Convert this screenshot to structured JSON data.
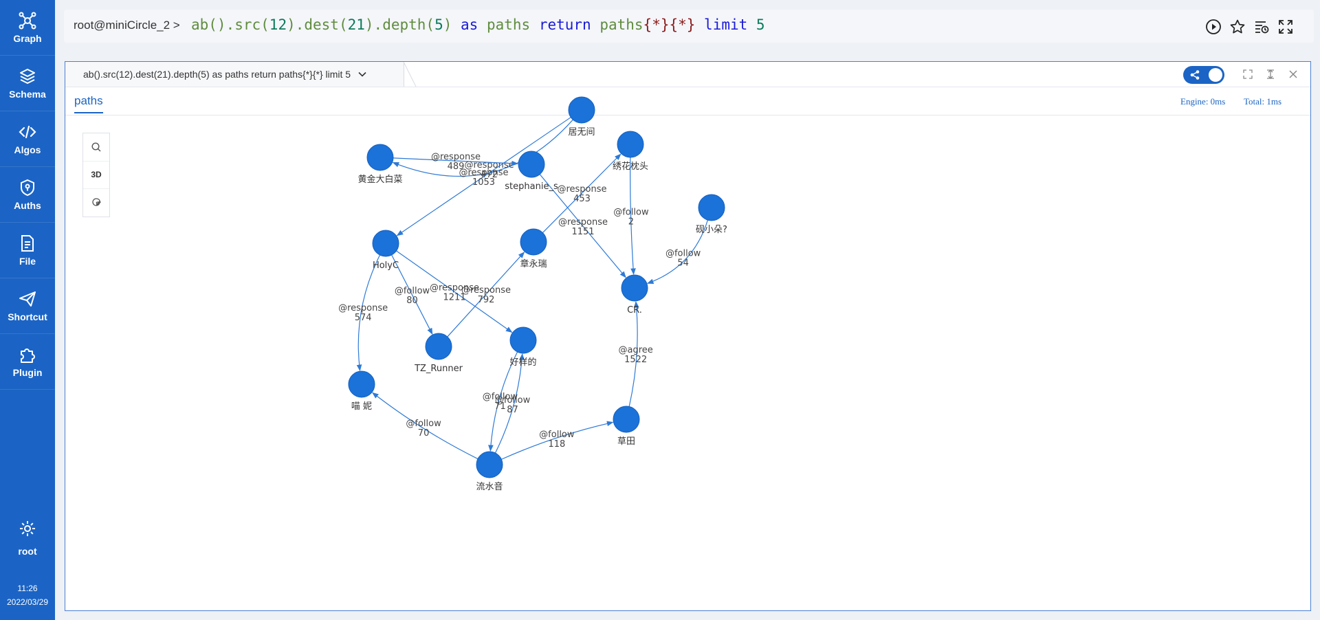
{
  "sidebar": {
    "items": [
      {
        "label": "Graph",
        "icon": "graph-icon"
      },
      {
        "label": "Schema",
        "icon": "layers-icon"
      },
      {
        "label": "Algos",
        "icon": "code-icon"
      },
      {
        "label": "Auths",
        "icon": "shield-icon"
      },
      {
        "label": "File",
        "icon": "file-icon"
      },
      {
        "label": "Shortcut",
        "icon": "send-icon"
      },
      {
        "label": "Plugin",
        "icon": "puzzle-icon"
      }
    ],
    "user": "root",
    "time": "11:26",
    "date": "2022/03/29"
  },
  "querybar": {
    "prompt": "root@miniCircle_2 >",
    "tokens": [
      {
        "t": "ab().src(",
        "c": "q-fn"
      },
      {
        "t": "12",
        "c": "q-num"
      },
      {
        "t": ").dest(",
        "c": "q-fn"
      },
      {
        "t": "21",
        "c": "q-num"
      },
      {
        "t": ").depth(",
        "c": "q-fn"
      },
      {
        "t": "5",
        "c": "q-num"
      },
      {
        "t": ")",
        "c": "q-fn"
      },
      {
        "t": " as ",
        "c": "q-kw"
      },
      {
        "t": "paths",
        "c": "q-fn"
      },
      {
        "t": " return ",
        "c": "q-kw"
      },
      {
        "t": "paths",
        "c": "q-fn"
      },
      {
        "t": "{*}{*}",
        "c": "q-br"
      },
      {
        "t": " limit ",
        "c": "q-kw"
      },
      {
        "t": "5",
        "c": "q-num"
      }
    ]
  },
  "result": {
    "tab_title": "ab().src(12).dest(21).depth(5) as paths return paths{*}{*} limit 5",
    "subtab": "paths",
    "engine": "Engine: 0ms",
    "total": "Total: 1ms",
    "tool_3d": "3D"
  },
  "graph_data": {
    "node_color": "#1b72d8",
    "edge_color": "#2e7ad6",
    "nodes": [
      {
        "id": "juwujian",
        "label": "居无间"
      },
      {
        "id": "huangjin",
        "label": "黄金大白菜"
      },
      {
        "id": "stephanie",
        "label": "stephanie_s"
      },
      {
        "id": "xiuhua",
        "label": "绣花枕头"
      },
      {
        "id": "yanxiaoduo",
        "label": "砚小朵?"
      },
      {
        "id": "holyc",
        "label": "HolyC"
      },
      {
        "id": "zhangyongrui",
        "label": "章永瑞"
      },
      {
        "id": "cr",
        "label": "CR."
      },
      {
        "id": "tzrunner",
        "label": "TZ_Runner"
      },
      {
        "id": "haoyangde",
        "label": "好样的"
      },
      {
        "id": "miaoni",
        "label": "喵 妮"
      },
      {
        "id": "caotian",
        "label": "草田"
      },
      {
        "id": "liushuiyin",
        "label": "流水音"
      }
    ],
    "edges": [
      {
        "from": "juwujian",
        "to": "huangjin",
        "label": "@response",
        "value": "472"
      },
      {
        "from": "huangjin",
        "to": "stephanie",
        "label": "@response",
        "value": "489"
      },
      {
        "from": "juwujian",
        "to": "holyc",
        "label": "@response",
        "value": "1053"
      },
      {
        "from": "zhangyongrui",
        "to": "xiuhua",
        "label": "@response",
        "value": "453"
      },
      {
        "from": "stephanie",
        "to": "cr",
        "label": "@response",
        "value": "1151"
      },
      {
        "from": "xiuhua",
        "to": "cr",
        "label": "@follow",
        "value": "2"
      },
      {
        "from": "yanxiaoduo",
        "to": "cr",
        "label": "@follow",
        "value": "54"
      },
      {
        "from": "holyc",
        "to": "haoyangde",
        "label": "@response",
        "value": "1211"
      },
      {
        "from": "tzrunner",
        "to": "zhangyongrui",
        "label": "@response",
        "value": "792"
      },
      {
        "from": "holyc",
        "to": "tzrunner",
        "label": "@follow",
        "value": "80"
      },
      {
        "from": "holyc",
        "to": "miaoni",
        "label": "@response",
        "value": "574"
      },
      {
        "from": "caotian",
        "to": "cr",
        "label": "@agree",
        "value": "1522"
      },
      {
        "from": "liushuiyin",
        "to": "haoyangde",
        "label": "@follow",
        "value": "87"
      },
      {
        "from": "haoyangde",
        "to": "liushuiyin",
        "label": "@follow",
        "value": "71"
      },
      {
        "from": "liushuiyin",
        "to": "miaoni",
        "label": "@follow",
        "value": "70"
      },
      {
        "from": "liushuiyin",
        "to": "caotian",
        "label": "@follow",
        "value": "118"
      }
    ]
  }
}
